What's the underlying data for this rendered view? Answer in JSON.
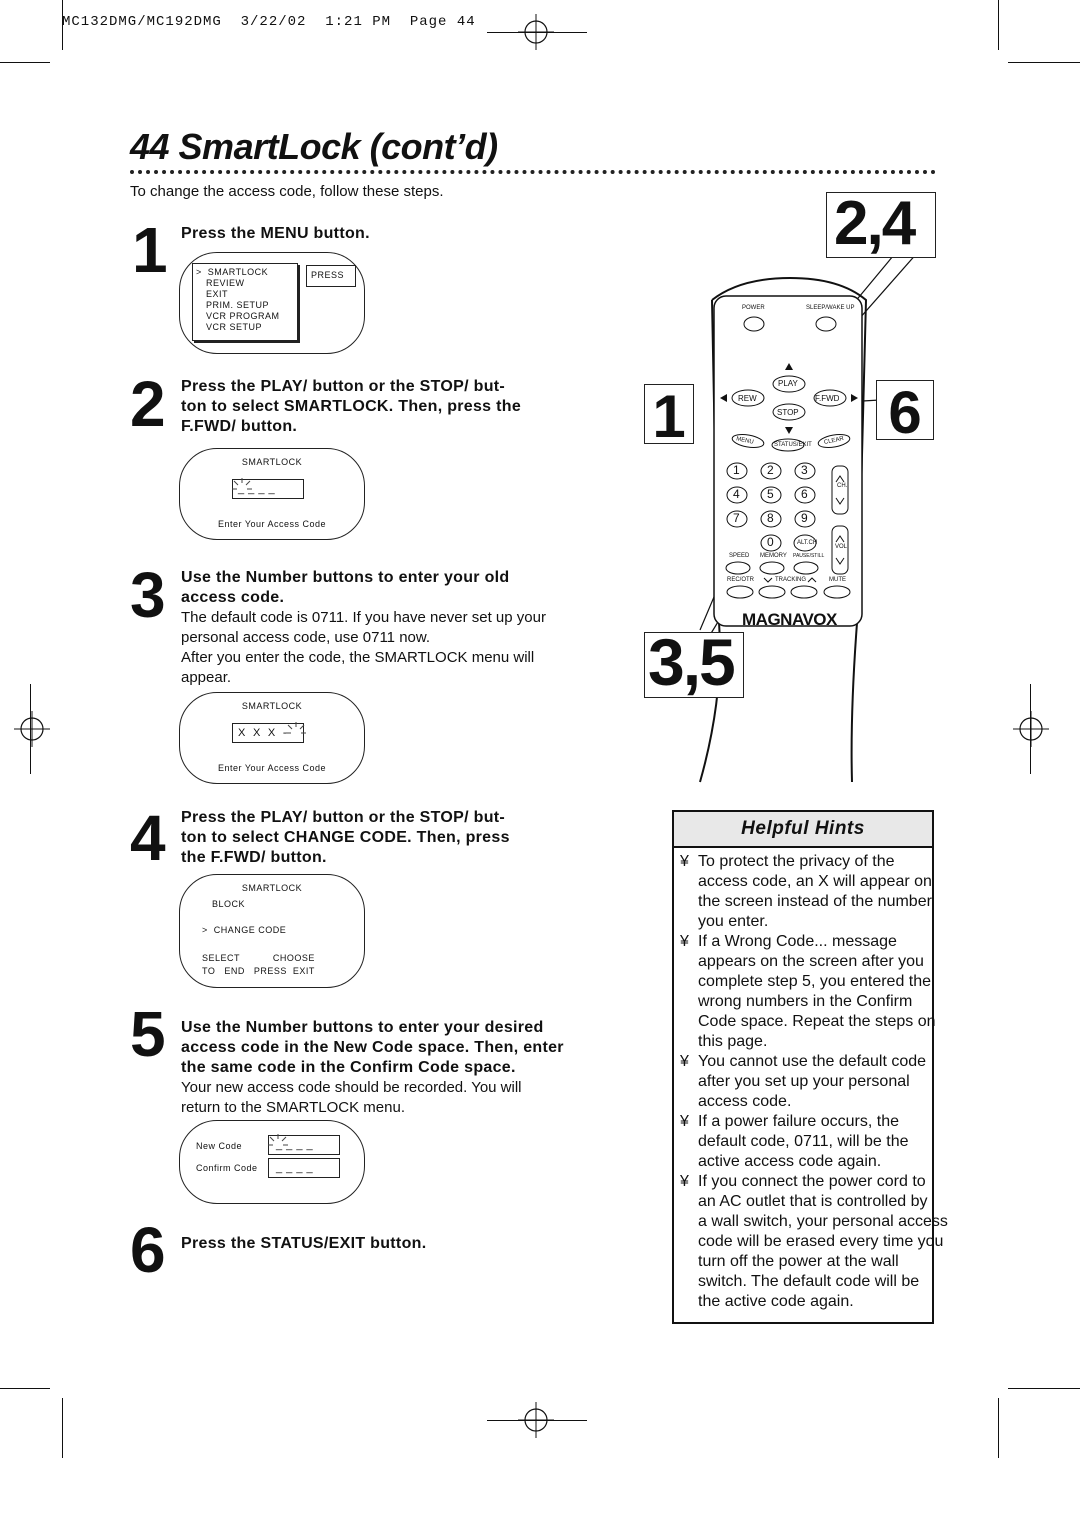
{
  "header": {
    "text": "MC132DMG/MC192DMG  3/22/02  1:21 PM  Page 44"
  },
  "page": {
    "title": "44 SmartLock (cont’d)",
    "intro": "To change the access code, follow these steps."
  },
  "steps": [
    {
      "number": "1",
      "heading": "Press the MENU button.",
      "screen": {
        "menu": [
          ">  SMARTLOCK",
          "REVIEW",
          "EXIT",
          "PRIM. SETUP",
          "VCR PROGRAM",
          "VCR SETUP"
        ],
        "press_label": "PRESS"
      }
    },
    {
      "number": "2",
      "heading_lines": [
        "Press the PLAY/    button or the STOP/    but-",
        "ton to select SMARTLOCK. Then, press the",
        "F.FWD/    button."
      ],
      "screen": {
        "title": "SMARTLOCK",
        "code": "_ _ _ _",
        "footer": "Enter Your Access Code"
      }
    },
    {
      "number": "3",
      "heading_lines": [
        "Use the Number buttons to enter your old",
        "access code."
      ],
      "body_lines": [
        "The default code is 0711. If you have never set up your",
        "personal access code, use 0711 now.",
        "After you enter the code, the SMARTLOCK menu will",
        "appear."
      ],
      "screen": {
        "title": "SMARTLOCK",
        "code": "X  X  X  -",
        "footer": "Enter Your Access Code"
      }
    },
    {
      "number": "4",
      "heading_lines": [
        "Press the PLAY/    button or the STOP/    but-",
        "ton to select CHANGE CODE. Then, press",
        "the F.FWD/    button."
      ],
      "screen": {
        "title": "SMARTLOCK",
        "line1": "BLOCK",
        "line2": ">  CHANGE CODE",
        "line3": "SELECT           CHOOSE",
        "line4": "TO   END   PRESS  EXIT"
      }
    },
    {
      "number": "5",
      "heading_lines": [
        "Use the Number buttons to enter your desired",
        "access code in the New Code space. Then, enter",
        "the same code in the Confirm Code space."
      ],
      "body_lines": [
        "Your new access code should be recorded. You will",
        "return to the SMARTLOCK menu."
      ],
      "screen": {
        "new_label": "New Code",
        "confirm_label": "Confirm Code",
        "new_code": "_ _ _ _",
        "confirm_code": "_ _ _ _"
      }
    },
    {
      "number": "6",
      "heading": "Press the STATUS/EXIT button."
    }
  ],
  "callouts": {
    "c24": "2,4",
    "c1": "1",
    "c6": "6",
    "c35": "3,5"
  },
  "remote": {
    "power": "POWER",
    "sleep": "SLEEP/WAKE UP",
    "play": "PLAY",
    "rew": "REW",
    "ffwd": "F.FWD",
    "stop": "STOP",
    "menu": "MENU",
    "status": "STATUS/EXIT",
    "clear": "CLEAR",
    "keys": [
      "1",
      "2",
      "3",
      "4",
      "5",
      "6",
      "7",
      "8",
      "9",
      "0"
    ],
    "ch": "CH.",
    "vol": "VOL.",
    "altch": "ALT.CH",
    "speed": "SPEED",
    "memory": "MEMORY",
    "pause": "PAUSE/STILL",
    "recotr": "REC/OTR",
    "tracking": "TRACKING",
    "mute": "MUTE",
    "brand": "MAGNAVOX"
  },
  "hints": {
    "title": "Helpful Hints",
    "bullet": "¥",
    "items": [
      [
        "To protect the privacy of the",
        "access code, an X will appear on",
        "the screen instead of the number",
        "you enter."
      ],
      [
        "If a  Wrong Code... message",
        "appears on the screen after you",
        "complete step 5, you entered the",
        "wrong numbers in the Confirm",
        "Code space. Repeat the steps on",
        "this page."
      ],
      [
        "You cannot use the default code",
        "after you set up your personal",
        "access code."
      ],
      [
        "If a power failure occurs, the",
        "default code, 0711, will be the",
        "active access code again."
      ],
      [
        "If you connect the power cord to",
        "an AC outlet that is controlled by",
        "a wall switch, your personal access",
        "code will be erased every time you",
        "turn off the power at the wall",
        "switch. The default code will be",
        "the active code again."
      ]
    ]
  }
}
